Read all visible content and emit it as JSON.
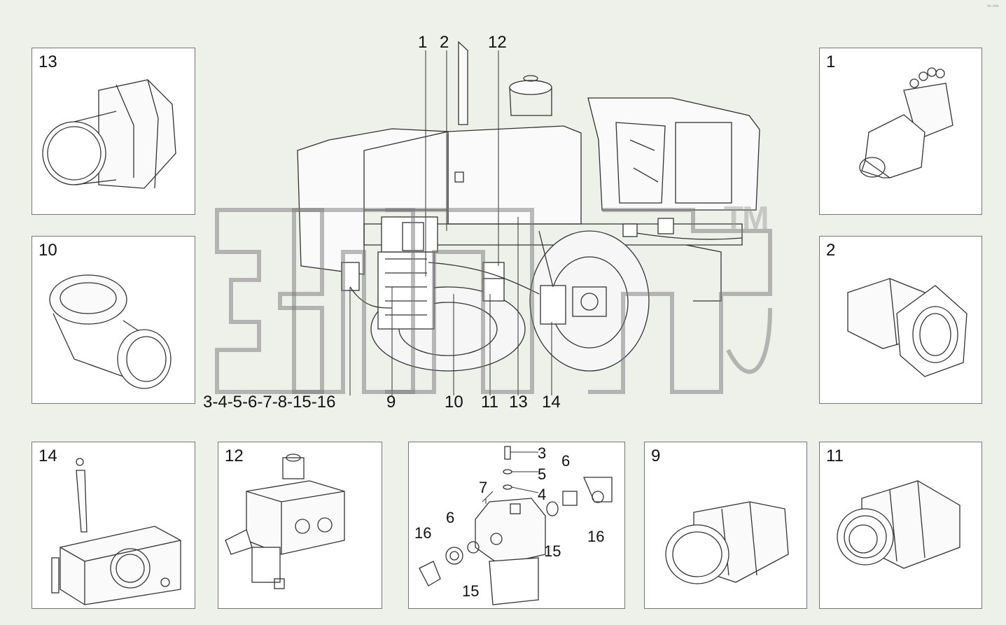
{
  "colors": {
    "background": "#eef1ea",
    "panel": "#ffffff",
    "line": "#333333",
    "watermark": "#9a9a9a"
  },
  "panels": {
    "p13": "13",
    "p10": "10",
    "p14": "14",
    "p12": "12",
    "p1": "1",
    "p2": "2",
    "p9": "9",
    "p11": "11"
  },
  "main_callouts": {
    "top_1": "1",
    "top_2": "2",
    "top_12": "12",
    "bottom_group": "3-4-5-6-7-8-15-16",
    "bottom_9": "9",
    "bottom_10": "10",
    "bottom_11": "11",
    "bottom_13": "13",
    "bottom_14": "14"
  },
  "filter_callouts": {
    "c3": "3",
    "c5": "5",
    "c4": "4",
    "c6_right": "6",
    "c7": "7",
    "c6_left": "6",
    "c16_left": "16",
    "c15_right": "15",
    "c16_right": "16",
    "c15_bottom": "15"
  },
  "watermark": {
    "tm": "TM"
  }
}
